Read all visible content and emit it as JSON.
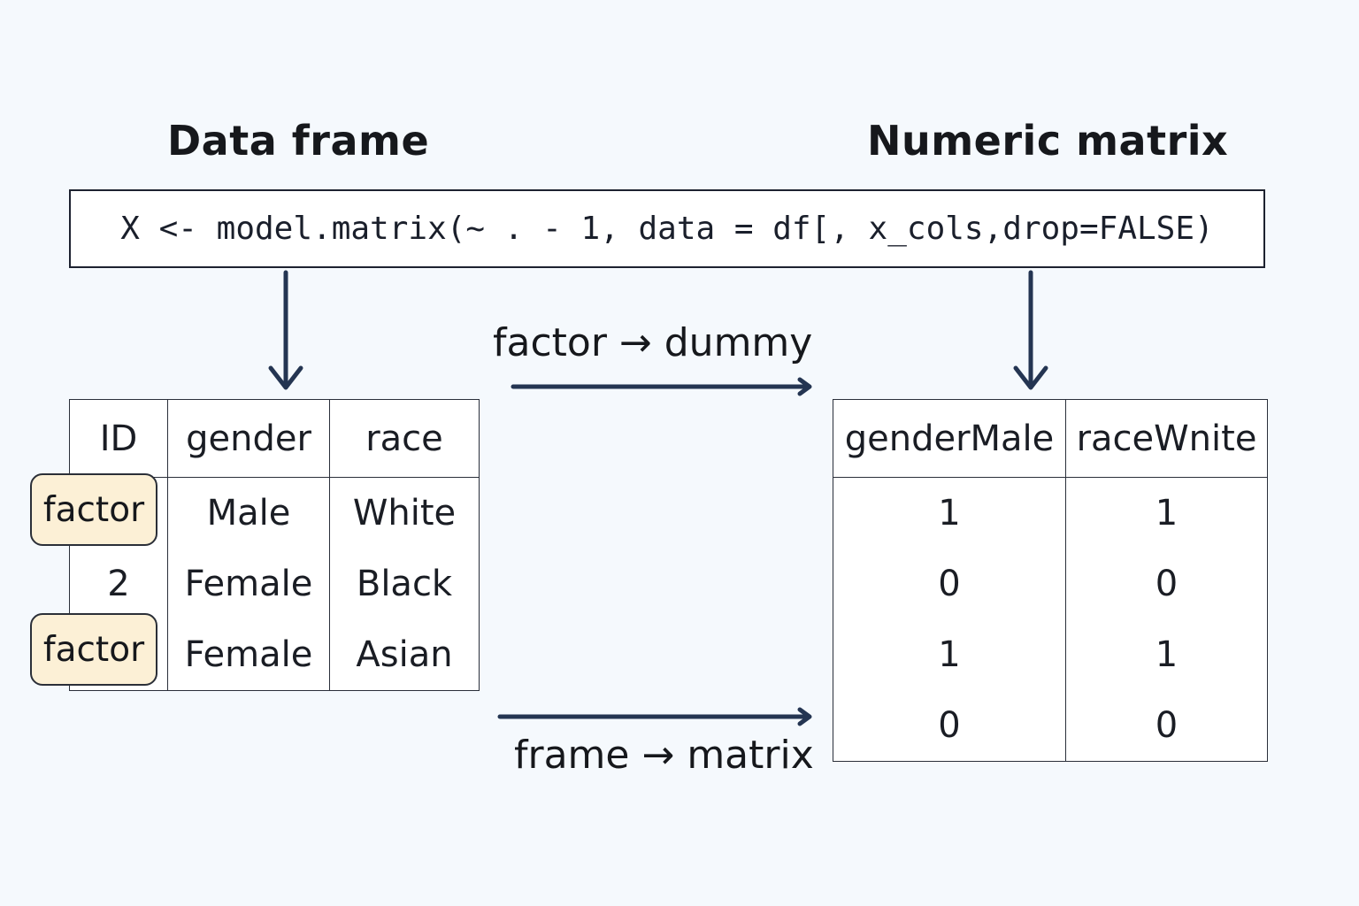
{
  "titles": {
    "data_frame": "Data frame",
    "numeric_matrix": "Numeric matrix"
  },
  "code": "X <- model.matrix(~ . - 1, data = df[, x_cols,drop=FALSE)",
  "labels": {
    "factor_to_dummy": "factor → dummy",
    "frame_to_matrix": "frame → matrix"
  },
  "data_frame": {
    "headers": [
      "ID",
      "gender",
      "race"
    ],
    "rows": [
      [
        "factor",
        "Male",
        "White"
      ],
      [
        "2",
        "Female",
        "Black"
      ],
      [
        "factor",
        "Female",
        "Asian"
      ]
    ]
  },
  "matrix": {
    "headers": [
      "genderMale",
      "raceWnite"
    ],
    "rows": [
      [
        "1",
        "1"
      ],
      [
        "0",
        "0"
      ],
      [
        "1",
        "1"
      ],
      [
        "0",
        "0"
      ]
    ]
  },
  "colors": {
    "background": "#f5f9fd",
    "arrow": "#243552",
    "tag_fill": "#fcf0d6"
  }
}
